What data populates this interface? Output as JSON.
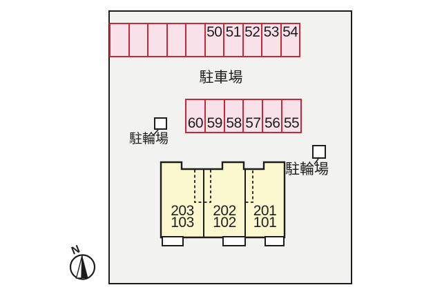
{
  "site_plan": {
    "parking_lot_label": "駐車場",
    "bicycle_parking_left_label": "駐輪場",
    "bicycle_parking_right_label": "駐輪場",
    "compass_label": "N",
    "parking_row_top": {
      "spaces": [
        "",
        "",
        "",
        "",
        "",
        "50",
        "51",
        "52",
        "53",
        "54"
      ]
    },
    "parking_row_middle": {
      "spaces": [
        "60",
        "59",
        "58",
        "57",
        "56",
        "55"
      ]
    },
    "building": {
      "units": [
        {
          "upper": "203",
          "lower": "103"
        },
        {
          "upper": "202",
          "lower": "102"
        },
        {
          "upper": "201",
          "lower": "101"
        }
      ]
    },
    "colors": {
      "parking_border": "#c22a38",
      "parking_fill": "#f8e1e8",
      "building_fill": "#fbf7ce",
      "site_fill": "#f2f2f0",
      "line": "#1c1c1c"
    }
  }
}
